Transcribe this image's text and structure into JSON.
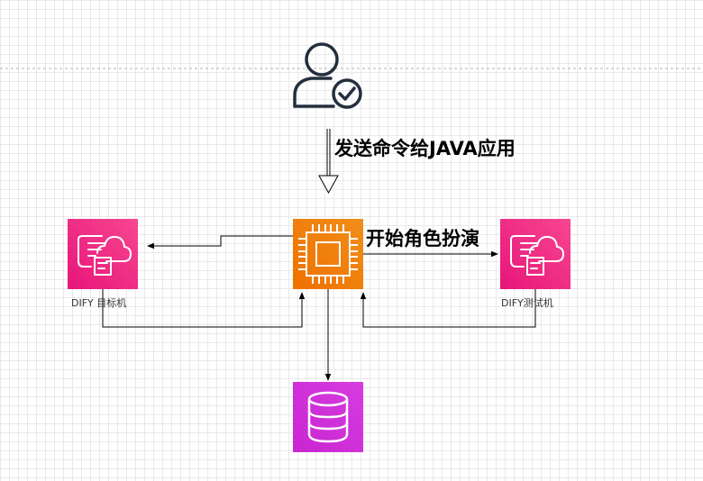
{
  "labels": {
    "user_arrow": "发送命令给JAVA应用",
    "roleplay_arrow": "开始角色扮演",
    "target_machine": "DIFY 目标机",
    "test_machine": "DIFY测试机"
  },
  "colors": {
    "dify_box": "#e7157b",
    "dify_box_light": "#f7478f",
    "processor_box": "#ed7100",
    "processor_box_light": "#f28e1a",
    "database_box": "#c925d1",
    "database_box_light": "#d63ce0",
    "user_icon": "#232f3e",
    "connector": "#000000",
    "dashed_line": "#b3b3b3"
  },
  "icons": {
    "user": "user-check-icon",
    "target_machine": "cloud-document-icon",
    "test_machine": "cloud-document-icon",
    "processor": "processor-chip-icon",
    "database": "database-icon"
  }
}
